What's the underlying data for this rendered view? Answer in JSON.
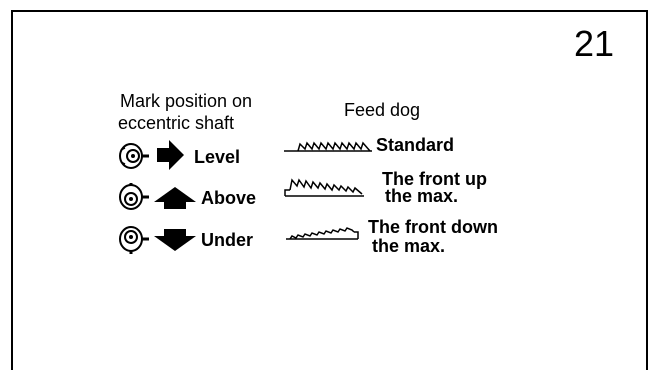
{
  "page_number": "21",
  "headers": {
    "mark_position_line1": "Mark position on",
    "mark_position_line2": "eccentric shaft",
    "feed_dog": "Feed dog"
  },
  "rows": [
    {
      "position": "Level",
      "result_line1": "Standard",
      "result_line2": "",
      "arrow": "arrow-right-icon"
    },
    {
      "position": "Above",
      "result_line1": "The front up",
      "result_line2": "the max.",
      "arrow": "arrow-up-icon"
    },
    {
      "position": "Under",
      "result_line1": "The front down",
      "result_line2": "the max.",
      "arrow": "arrow-down-icon"
    }
  ]
}
